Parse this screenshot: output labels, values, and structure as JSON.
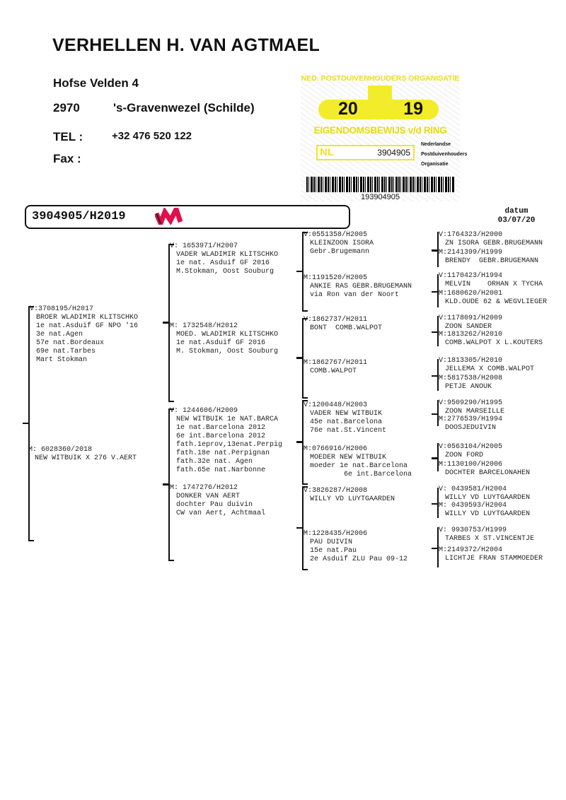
{
  "owner": {
    "name": "VERHELLEN H. VAN AGTMAEL",
    "street": "Hofse Velden 4",
    "postcode": "2970",
    "city": "'s-Gravenwezel (Schilde)",
    "tel_label": "TEL :",
    "tel": "+32 476 520 122",
    "fax_label": "Fax :"
  },
  "ring_card": {
    "organisation": "NED. POSTDUIVENHOUDERS ORGANISATIE",
    "year_left": "20",
    "year_right": "19",
    "title": "EIGENDOMSBEWIJS v/d RING",
    "country": "NL",
    "number": "3904905",
    "npo": [
      "Nederlandse",
      "Postduivenhouders",
      "Organisatie"
    ],
    "barcode": "193904905",
    "accent": "#f3ec2a"
  },
  "pigeon": {
    "ring": "3904905/H2019"
  },
  "datum": {
    "label": "datum",
    "value": "03/07/20"
  },
  "pedigree": {
    "s": {
      "ring": "V:3708195/H2017",
      "lines": [
        "BROER WLADIMIR KLITSCHKO",
        "1e nat.Asduif GF NPO '16",
        "3e nat.Agen",
        "57e nat.Bordeaux",
        "69e nat.Tarbes",
        "Mart Stokman"
      ]
    },
    "d": {
      "ring": "M: 6028360/2018",
      "lines": [
        "NEW WITBUIK X 276 V.AERT"
      ]
    },
    "ss": {
      "ring": "V: 1653971/H2007",
      "lines": [
        "VADER WLADIMIR KLITSCHKO",
        "1e nat. Asduif GF 2016",
        "M.Stokman, Oost Souburg"
      ]
    },
    "sd": {
      "ring": "M: 1732548/H2012",
      "lines": [
        "MOED. WLADIMIR KLITSCHKO",
        "1e nat.Asduif GF 2016",
        "M. Stokman, Oost Souburg"
      ]
    },
    "ds": {
      "ring": "V: 1244606/H2009",
      "lines": [
        "NEW WITBUIK 1e NAT.BARCA",
        "1e nat.Barcelona 2012",
        "6e int.Barcelona 2012",
        "fath.1eprov,13enat.Perpig",
        "fath.18e nat.Perpignan",
        "fath.32e nat. Agen",
        "fath.65e nat.Narbonne"
      ]
    },
    "dd": {
      "ring": "M: 1747276/H2012",
      "lines": [
        "DONKER VAN AERT",
        "dochter Pau duivin",
        "CW van Aert, Achtmaal"
      ]
    },
    "sss": {
      "ring": "V:0551358/H2005",
      "lines": [
        "KLEINZOON ISORA",
        "Gebr.Brugemann"
      ]
    },
    "ssd": {
      "ring": "M:1191520/H2005",
      "lines": [
        "ANKIE RAS GEBR.BRUGEMANN",
        "via Ron van der Noort"
      ]
    },
    "sds": {
      "ring": "V:1862737/H2011",
      "lines": [
        "BONT  COMB.WALPOT"
      ]
    },
    "sdd": {
      "ring": "M:1862767/H2011",
      "lines": [
        "COMB.WALPOT"
      ]
    },
    "dss": {
      "ring": "V:1200448/H2003",
      "lines": [
        "VADER NEW WITBUIK",
        "45e nat.Barcelona",
        "76e nat.St.Vincent"
      ]
    },
    "dsd": {
      "ring": "M:0766916/H2006",
      "lines": [
        "MOEDER NEW WITBUIK",
        "moeder 1e nat.Barcelona",
        "        6e int.Barcelona"
      ]
    },
    "dds": {
      "ring": "V:3826287/H2008",
      "lines": [
        "WILLY VD LUYTGAARDEN"
      ]
    },
    "ddd": {
      "ring": "M:1228435/H2006",
      "lines": [
        "PAU DUIVIN",
        "15e nat.Pau",
        "2e Asduif ZLU Pau 09-12"
      ]
    },
    "g4": [
      {
        "ring": "V:1764323/H2000",
        "lines": [
          "ZN ISORA GEBR.BRUGEMANN"
        ]
      },
      {
        "ring": "M:2141399/H1999",
        "lines": [
          "BRENDY  GEBR.BRUGEMANN"
        ]
      },
      {
        "ring": "V:1170423/H1994",
        "lines": [
          "MELVIN    ORHAN X TYCHA"
        ]
      },
      {
        "ring": "M:1680620/H2001",
        "lines": [
          "KLD.OUDE 62 & WEGVLIEGER"
        ]
      },
      {
        "ring": "V:1178091/H2009",
        "lines": [
          "ZOON SANDER"
        ]
      },
      {
        "ring": "M:1813262/H2010",
        "lines": [
          "COMB.WALPOT X L.KOUTERS"
        ]
      },
      {
        "ring": "V:1813305/H2010",
        "lines": [
          "JELLEMA X COMB.WALPOT"
        ]
      },
      {
        "ring": "M:5817538/H2008",
        "lines": [
          "PETJE ANOUK"
        ]
      },
      {
        "ring": "V:9509290/H1995",
        "lines": [
          "ZOON MARSEILLE"
        ]
      },
      {
        "ring": "M:2776539/H1994",
        "lines": [
          "DOOSJEDUIVIN"
        ]
      },
      {
        "ring": "V:0563104/H2005",
        "lines": [
          "ZOON FORD"
        ]
      },
      {
        "ring": "M:1130100/H2006",
        "lines": [
          "DOCHTER BARCELONAHEN"
        ]
      },
      {
        "ring": "V: 0439581/H2004",
        "lines": [
          "WILLY VD LUYTGAARDEN"
        ]
      },
      {
        "ring": "M: 0439593/H2004",
        "lines": [
          "WILLY VD LUYTGAARDEN"
        ]
      },
      {
        "ring": "V: 9930753/H1999",
        "lines": [
          "TARBES X ST.VINCENTJE"
        ]
      },
      {
        "ring": "M:2149372/H2004",
        "lines": [
          "LICHTJE FRAN STAMMOEDER"
        ]
      }
    ]
  }
}
